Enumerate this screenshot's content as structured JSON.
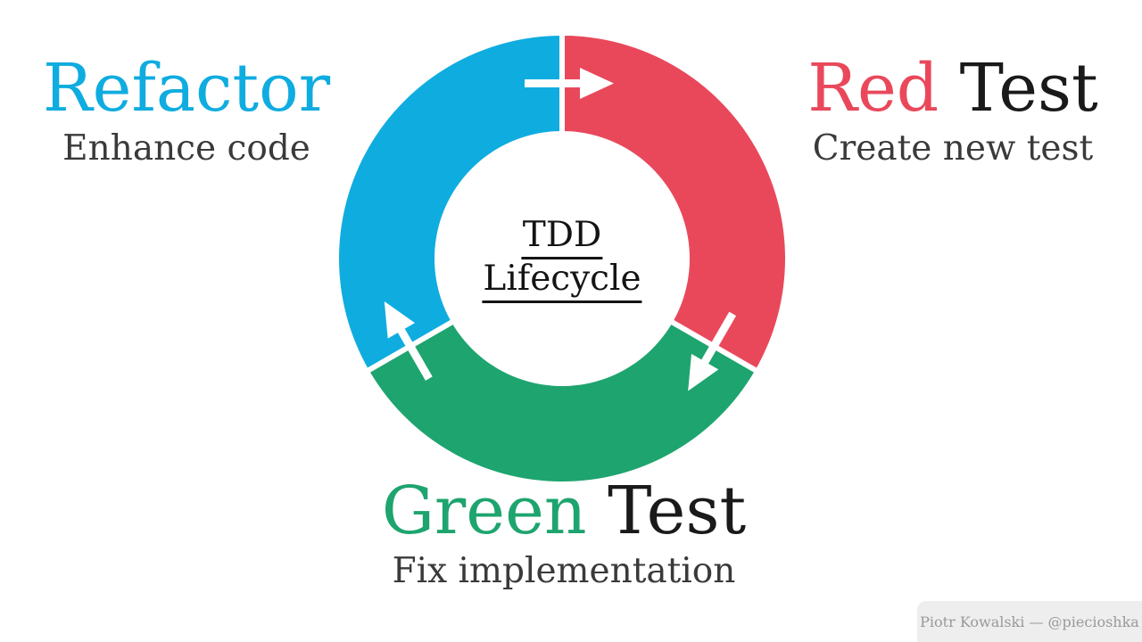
{
  "colors": {
    "blue": "#0FACE0",
    "red": "#E9485B",
    "green": "#1EA46F",
    "title_dark": "#1A1A1A",
    "subtitle_dark": "#3A3A3A",
    "center_text": "#141414",
    "arrow_white": "#FFFFFF",
    "footer_bg": "#EEEEEE",
    "footer_text": "#999999"
  },
  "diagram": {
    "center_title_line1": "TDD",
    "center_title_line2": "Lifecycle",
    "direction": "clockwise",
    "segments": [
      {
        "name": "red-test",
        "label": "Red Test",
        "color_key": "red",
        "start_angle": 0,
        "end_angle": 120
      },
      {
        "name": "green-test",
        "label": "Green Test",
        "color_key": "green",
        "start_angle": 120,
        "end_angle": 240
      },
      {
        "name": "refactor",
        "label": "Refactor",
        "color_key": "blue",
        "start_angle": 240,
        "end_angle": 360
      }
    ],
    "arrows": [
      {
        "name": "arrow-refactor-to-red",
        "at_angle": 0
      },
      {
        "name": "arrow-red-to-green",
        "at_angle": 120
      },
      {
        "name": "arrow-green-to-refactor",
        "at_angle": 240
      }
    ]
  },
  "labels": {
    "refactor": {
      "title_colored": "Refactor",
      "title_rest": "",
      "subtitle": "Enhance code",
      "color_key": "blue"
    },
    "red": {
      "title_colored": "Red",
      "title_rest": " Test",
      "subtitle": "Create new test",
      "color_key": "red"
    },
    "green": {
      "title_colored": "Green",
      "title_rest": " Test",
      "subtitle": "Fix implementation",
      "color_key": "green"
    }
  },
  "footer": {
    "credit": "Piotr Kowalski — @piecioshka"
  }
}
